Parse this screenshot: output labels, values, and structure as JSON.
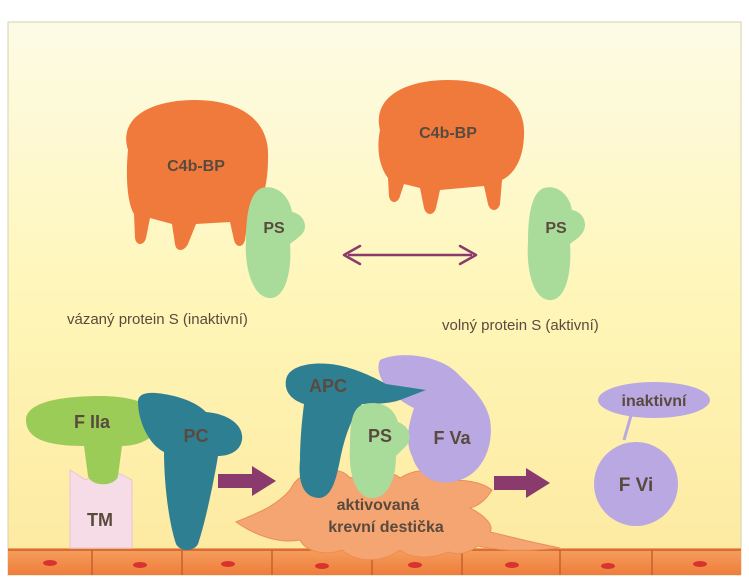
{
  "labels": {
    "c4bbp_bound": "C4b-BP",
    "ps_bound": "PS",
    "c4bbp_free": "C4b-BP",
    "ps_free": "PS",
    "caption_bound": "vázaný protein S (inaktivní)",
    "caption_free": "volný protein S (aktivní)",
    "f2a": "F IIa",
    "tm": "TM",
    "pc": "PC",
    "apc": "APC",
    "ps_complex": "PS",
    "f5a": "F Va",
    "platelet_line1": "aktivovaná",
    "platelet_line2": "krevní destička",
    "inactive": "inaktivní",
    "f5i": "F Vi"
  },
  "colors": {
    "c4bbp": "#f07a3c",
    "protein_s": "#a9dc9a",
    "thrombin": "#9ccc58",
    "thrombomodulin": "#f6dce6",
    "protein_c": "#2f7f93",
    "factor_v": "#b9a8e2",
    "platelet": "#f5a572",
    "arrow": "#8a3a6c",
    "endothelium": "#f08a4a"
  },
  "icons": {
    "equilibrium": "double-headed-arrow-icon",
    "reaction": "right-arrow-icon"
  }
}
